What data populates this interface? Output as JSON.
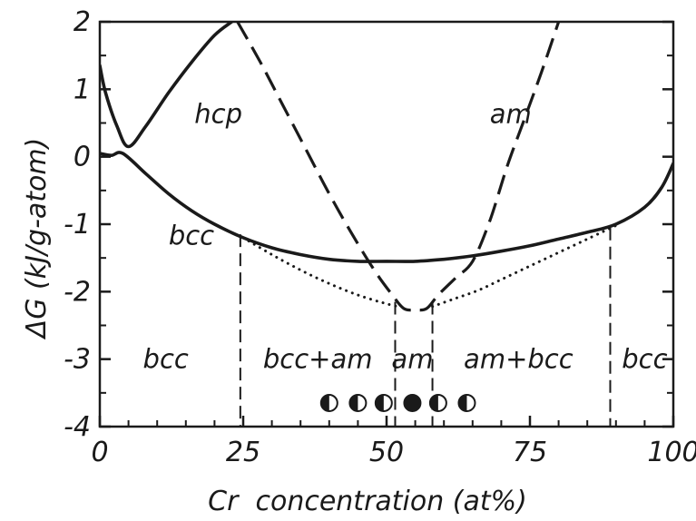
{
  "chart_data": {
    "type": "line",
    "xlabel": "Cr  concentration (at%)",
    "ylabel": "ΔG (kJ/g-atom)",
    "xlim": [
      0,
      100
    ],
    "ylim": [
      -4,
      2
    ],
    "x_ticks": [
      0,
      25,
      50,
      75,
      100
    ],
    "y_ticks": [
      -4,
      -3,
      -2,
      -1,
      0,
      1,
      2
    ],
    "x_tick_labels": [
      "0",
      "25",
      "50",
      "75",
      "100"
    ],
    "y_tick_labels": [
      "-4",
      "-3",
      "-2",
      "-1",
      "0",
      "1",
      "2"
    ],
    "series": [
      {
        "name": "bcc",
        "style": "solid",
        "x": [
          0,
          2,
          4,
          8,
          12,
          16,
          20,
          25,
          30,
          35,
          40,
          45,
          50,
          55,
          60,
          65,
          70,
          75,
          80,
          85,
          90,
          95,
          98,
          100
        ],
        "y": [
          0.05,
          0.02,
          0.05,
          -0.25,
          -0.55,
          -0.8,
          -1.0,
          -1.2,
          -1.35,
          -1.45,
          -1.52,
          -1.55,
          -1.55,
          -1.55,
          -1.52,
          -1.47,
          -1.4,
          -1.32,
          -1.22,
          -1.12,
          -1.0,
          -0.75,
          -0.45,
          -0.1
        ]
      },
      {
        "name": "hcp",
        "style": "solid",
        "x": [
          0,
          1,
          3,
          5,
          8,
          12,
          16,
          20,
          23
        ],
        "y": [
          1.35,
          0.95,
          0.45,
          0.15,
          0.45,
          0.95,
          1.4,
          1.8,
          2.0
        ]
      },
      {
        "name": "am",
        "style": "dashed",
        "x": [
          24,
          28,
          32,
          36,
          40,
          44,
          48,
          51,
          53,
          55,
          57,
          59,
          62,
          65,
          68,
          71,
          74,
          77,
          80
        ],
        "y": [
          2.0,
          1.4,
          0.75,
          0.1,
          -0.55,
          -1.15,
          -1.7,
          -2.05,
          -2.25,
          -2.27,
          -2.25,
          -2.05,
          -1.8,
          -1.55,
          -0.95,
          -0.15,
          0.55,
          1.25,
          2.0
        ]
      },
      {
        "name": "common tangent",
        "style": "dotted",
        "x": [
          25,
          30,
          35,
          40,
          45,
          50,
          52
        ],
        "y": [
          -1.2,
          -1.45,
          -1.68,
          -1.88,
          -2.05,
          -2.18,
          -2.22
        ]
      },
      {
        "name": "common tangent",
        "style": "dotted",
        "x": [
          58,
          62,
          66,
          70,
          75,
          80,
          85,
          90
        ],
        "y": [
          -2.22,
          -2.1,
          -1.98,
          -1.82,
          -1.62,
          -1.42,
          -1.22,
          -1.02
        ]
      }
    ],
    "phase_boundaries": [
      {
        "x": 24.5,
        "y_top": -1.15
      },
      {
        "x": 51.5,
        "y_top": -2.15
      },
      {
        "x": 58,
        "y_top": -2.15
      },
      {
        "x": 89,
        "y_top": -1.05
      }
    ],
    "experimental_points": {
      "x": [
        40,
        45,
        49.5,
        54.5,
        59,
        64
      ],
      "y": [
        -3.65,
        -3.65,
        -3.65,
        -3.65,
        -3.65,
        -3.65
      ],
      "fill": [
        "half",
        "half",
        "half",
        "full",
        "half",
        "half"
      ]
    },
    "curve_labels": [
      {
        "text": "hcp",
        "x": 16.5,
        "y": 0.5
      },
      {
        "text": "bcc",
        "x": 12,
        "y": -1.3
      },
      {
        "text": "am",
        "x": 68,
        "y": 0.5
      }
    ],
    "region_labels": [
      {
        "text": "bcc",
        "x": 11.5,
        "y": -3.0
      },
      {
        "text": "bcc+am",
        "x": 38,
        "y": -3.0
      },
      {
        "text": "am",
        "x": 54.5,
        "y": -3.0
      },
      {
        "text": "am+bcc",
        "x": 73,
        "y": -3.0
      },
      {
        "text": "bcc",
        "x": 95,
        "y": -3.0
      }
    ],
    "grid": false,
    "colors": {
      "ink": "#1a1a1a",
      "background": "#ffffff"
    }
  }
}
